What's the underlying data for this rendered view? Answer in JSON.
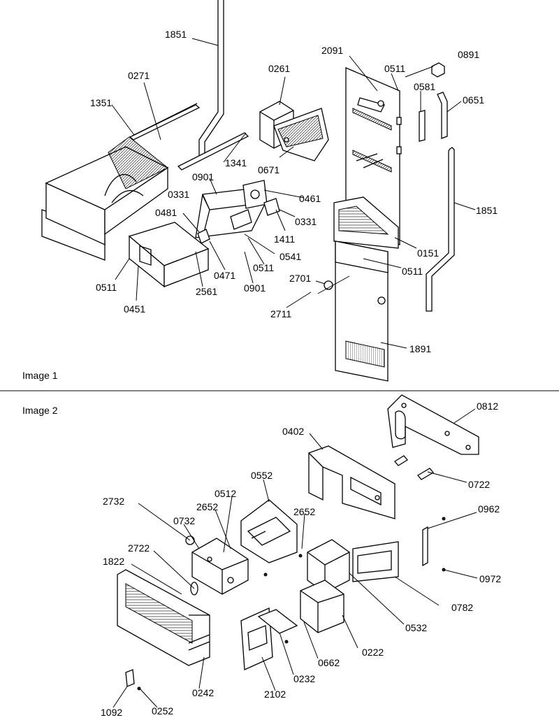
{
  "captions": {
    "image1": "Image 1",
    "image2": "Image 2"
  },
  "labels1": [
    "1851",
    "2091",
    "0891",
    "0261",
    "0511",
    "0271",
    "0581",
    "0651",
    "1351",
    "1341",
    "0671",
    "0901",
    "0331",
    "0461",
    "0481",
    "0331",
    "1411",
    "1851",
    "0151",
    "0541",
    "0471",
    "0511",
    "0511",
    "0511",
    "2561",
    "0901",
    "2701",
    "0451",
    "2711",
    "1891"
  ],
  "labels2": [
    "0812",
    "0402",
    "0552",
    "0722",
    "2732",
    "0512",
    "2652",
    "2652",
    "0732",
    "0962",
    "2722",
    "1822",
    "0972",
    "0782",
    "0532",
    "0222",
    "0662",
    "0232",
    "0242",
    "2102",
    "1092",
    "0252"
  ]
}
